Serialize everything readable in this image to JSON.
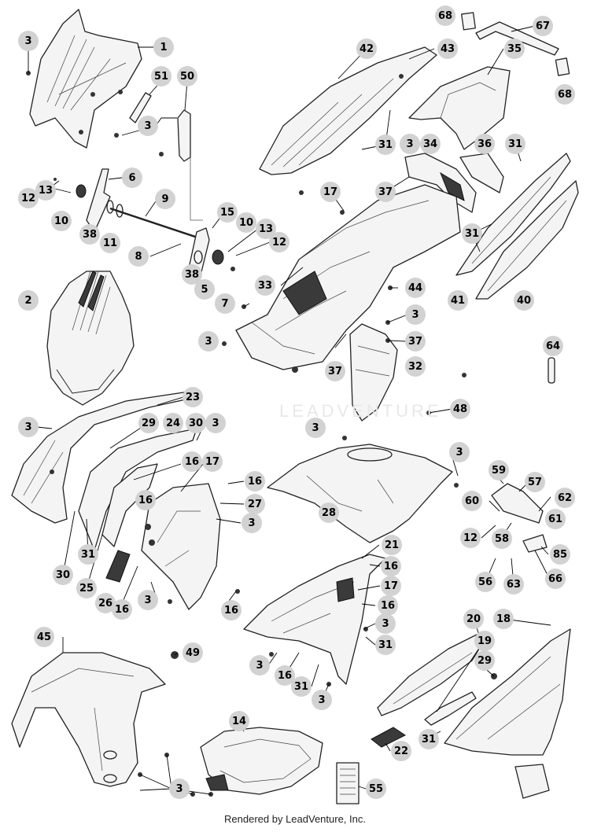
{
  "footer": "Rendered by LeadVenture, Inc.",
  "watermark": "LEADVENTURE",
  "callouts": [
    {
      "label": "3"
    },
    {
      "label": "1"
    },
    {
      "label": "51"
    },
    {
      "label": "50"
    },
    {
      "label": "3"
    },
    {
      "label": "6"
    },
    {
      "label": "12"
    },
    {
      "label": "13"
    },
    {
      "label": "10"
    },
    {
      "label": "9"
    },
    {
      "label": "38"
    },
    {
      "label": "11"
    },
    {
      "label": "8"
    },
    {
      "label": "15"
    },
    {
      "label": "10"
    },
    {
      "label": "13"
    },
    {
      "label": "12"
    },
    {
      "label": "38"
    },
    {
      "label": "5"
    },
    {
      "label": "2"
    },
    {
      "label": "68"
    },
    {
      "label": "67"
    },
    {
      "label": "42"
    },
    {
      "label": "43"
    },
    {
      "label": "35"
    },
    {
      "label": "68"
    },
    {
      "label": "31"
    },
    {
      "label": "3"
    },
    {
      "label": "34"
    },
    {
      "label": "36"
    },
    {
      "label": "31"
    },
    {
      "label": "17"
    },
    {
      "label": "37"
    },
    {
      "label": "31"
    },
    {
      "label": "33"
    },
    {
      "label": "44"
    },
    {
      "label": "41"
    },
    {
      "label": "40"
    },
    {
      "label": "7"
    },
    {
      "label": "3"
    },
    {
      "label": "3"
    },
    {
      "label": "37"
    },
    {
      "label": "37"
    },
    {
      "label": "32"
    },
    {
      "label": "64"
    },
    {
      "label": "48"
    },
    {
      "label": "23"
    },
    {
      "label": "3"
    },
    {
      "label": "29"
    },
    {
      "label": "24"
    },
    {
      "label": "30"
    },
    {
      "label": "3"
    },
    {
      "label": "16"
    },
    {
      "label": "17"
    },
    {
      "label": "16"
    },
    {
      "label": "16"
    },
    {
      "label": "27"
    },
    {
      "label": "3"
    },
    {
      "label": "30"
    },
    {
      "label": "31"
    },
    {
      "label": "25"
    },
    {
      "label": "26"
    },
    {
      "label": "16"
    },
    {
      "label": "3"
    },
    {
      "label": "16"
    },
    {
      "label": "3"
    },
    {
      "label": "28"
    },
    {
      "label": "3"
    },
    {
      "label": "59"
    },
    {
      "label": "57"
    },
    {
      "label": "60"
    },
    {
      "label": "62"
    },
    {
      "label": "61"
    },
    {
      "label": "12"
    },
    {
      "label": "58"
    },
    {
      "label": "85"
    },
    {
      "label": "56"
    },
    {
      "label": "63"
    },
    {
      "label": "66"
    },
    {
      "label": "21"
    },
    {
      "label": "16"
    },
    {
      "label": "17"
    },
    {
      "label": "16"
    },
    {
      "label": "3"
    },
    {
      "label": "31"
    },
    {
      "label": "3"
    },
    {
      "label": "16"
    },
    {
      "label": "31"
    },
    {
      "label": "3"
    },
    {
      "label": "20"
    },
    {
      "label": "18"
    },
    {
      "label": "19"
    },
    {
      "label": "29"
    },
    {
      "label": "45"
    },
    {
      "label": "49"
    },
    {
      "label": "14"
    },
    {
      "label": "22"
    },
    {
      "label": "31"
    },
    {
      "label": "3"
    },
    {
      "label": "55"
    }
  ]
}
